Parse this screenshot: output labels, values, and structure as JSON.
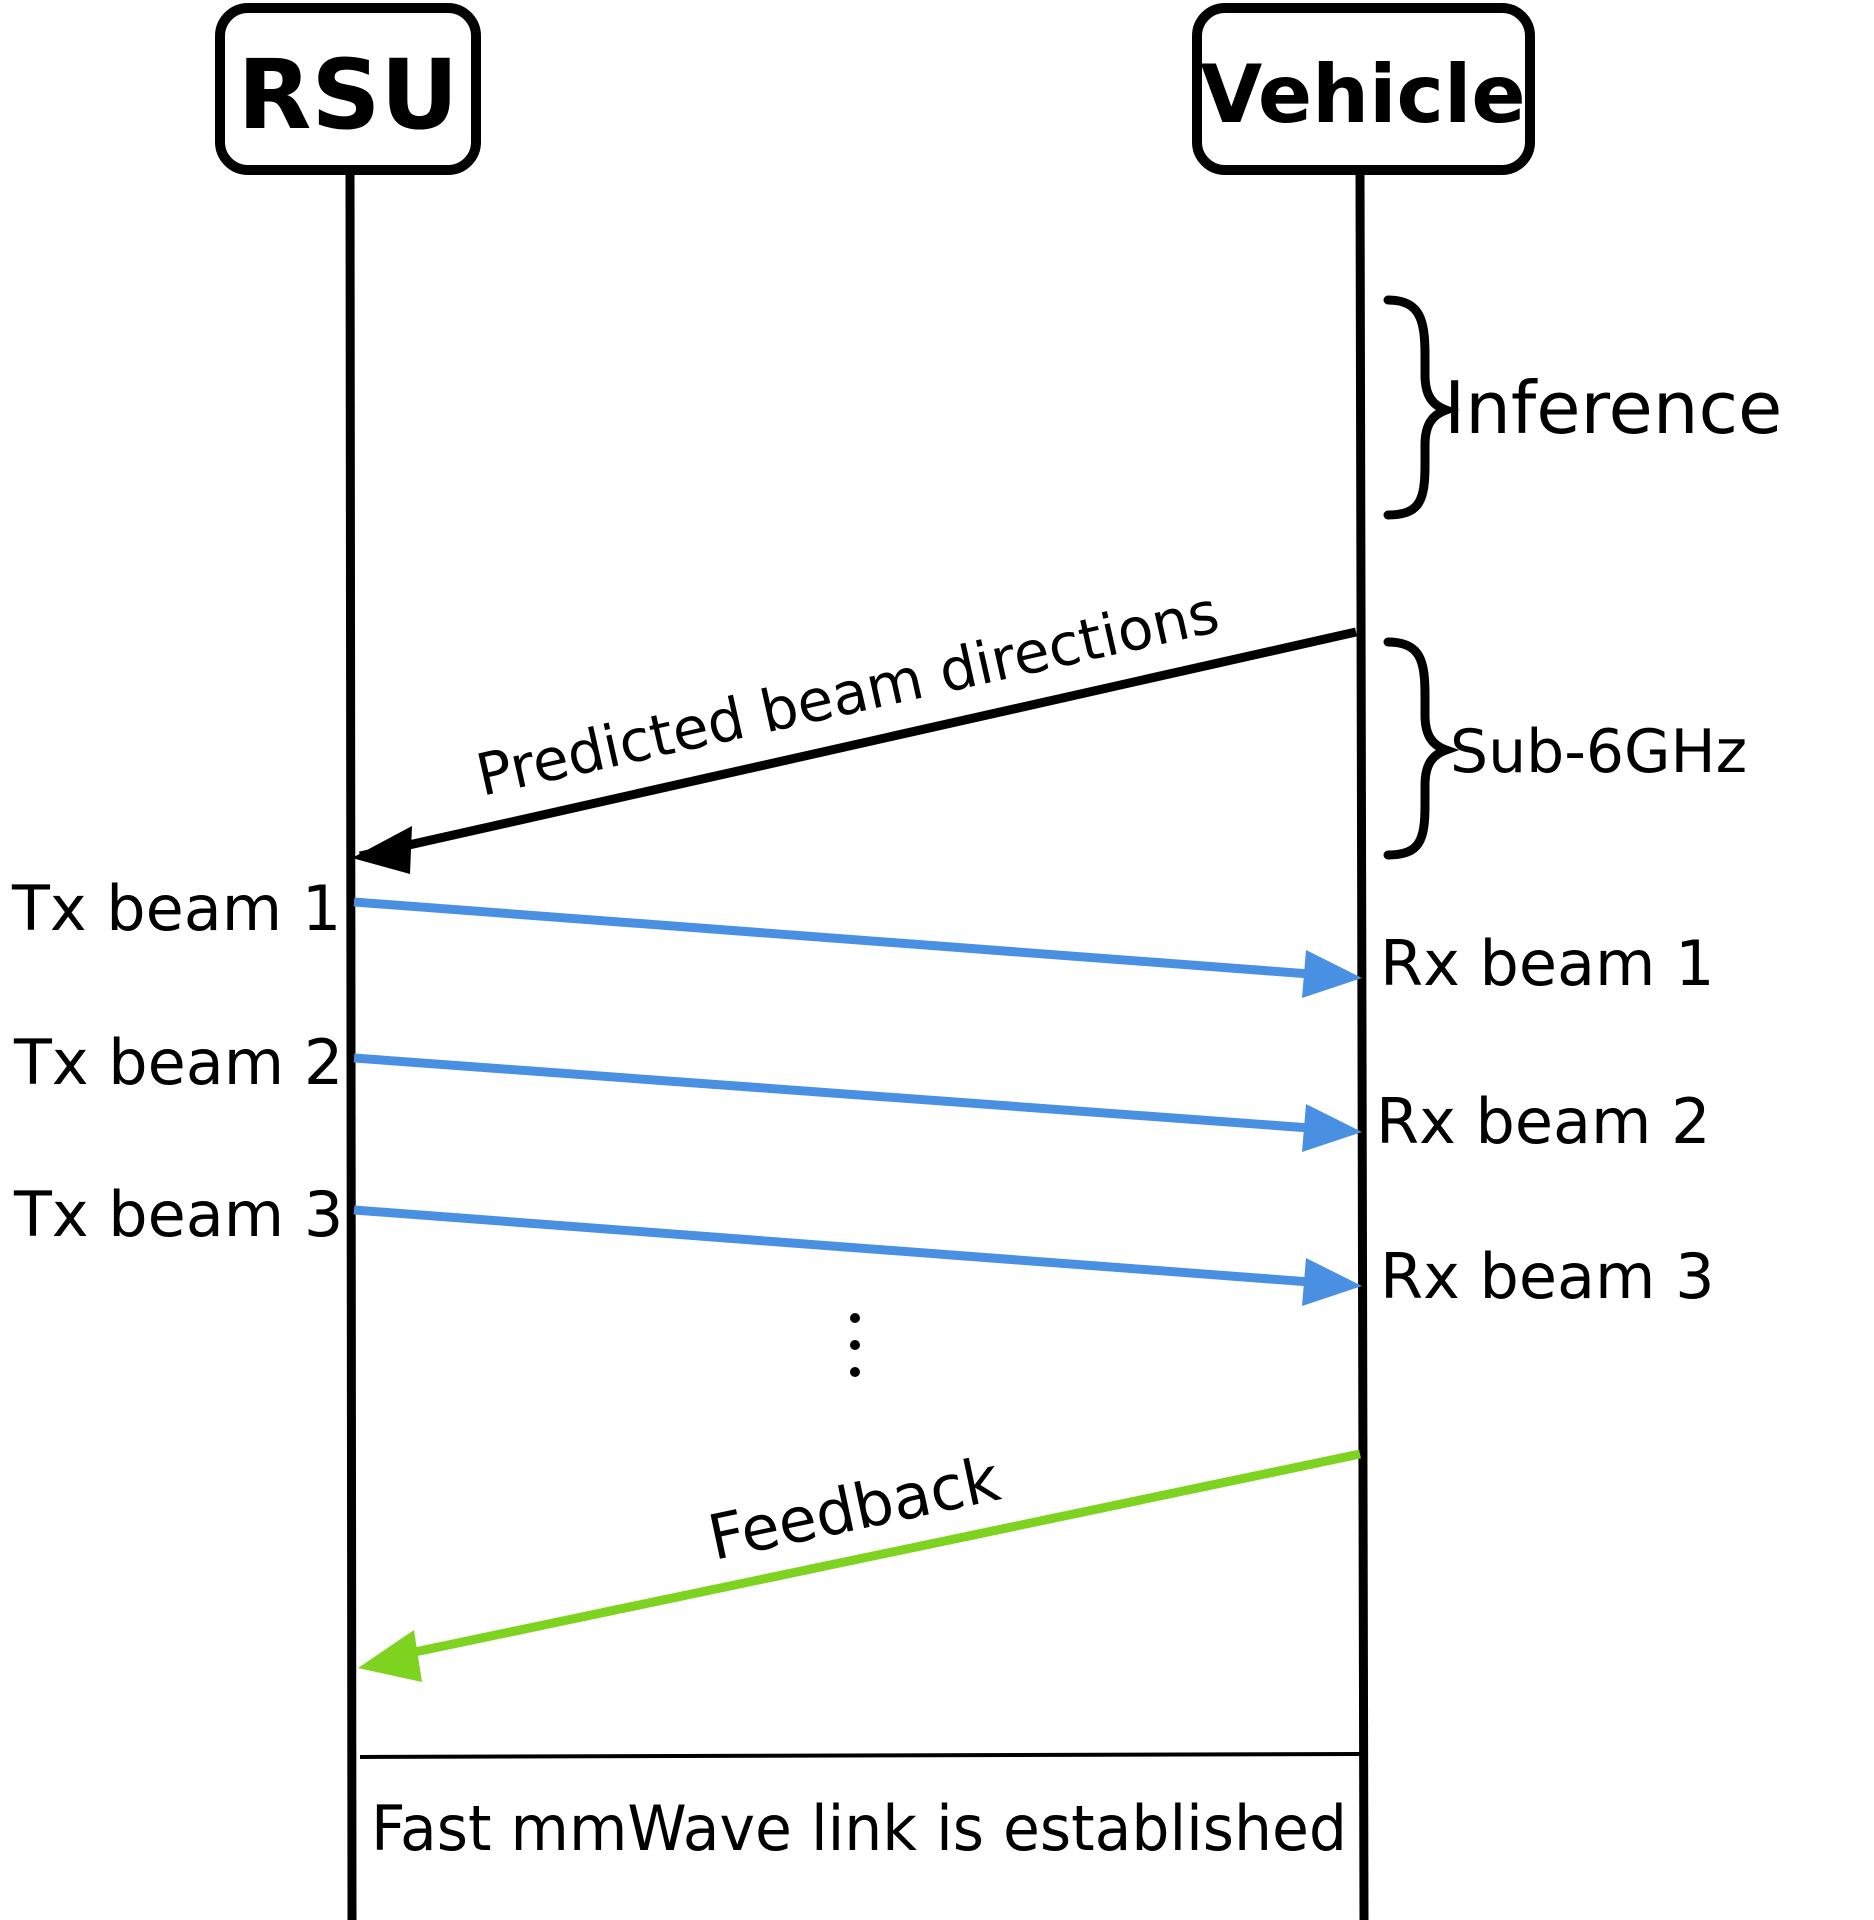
{
  "participants": {
    "left": "RSU",
    "right": "Vehicle"
  },
  "phases": {
    "inference": "Inference",
    "sub6": "Sub-6GHz"
  },
  "messages": {
    "predicted": "Predicted beam directions",
    "tx": [
      "Tx beam 1",
      "Tx beam 2",
      "Tx beam 3"
    ],
    "rx": [
      "Rx beam 1",
      "Rx beam 2",
      "Rx beam 3"
    ],
    "feedback": "Feedback"
  },
  "result": "Fast mmWave link is established",
  "colors": {
    "line": "#000000",
    "beam": "#4a90e2",
    "feedback": "#7ed321"
  }
}
